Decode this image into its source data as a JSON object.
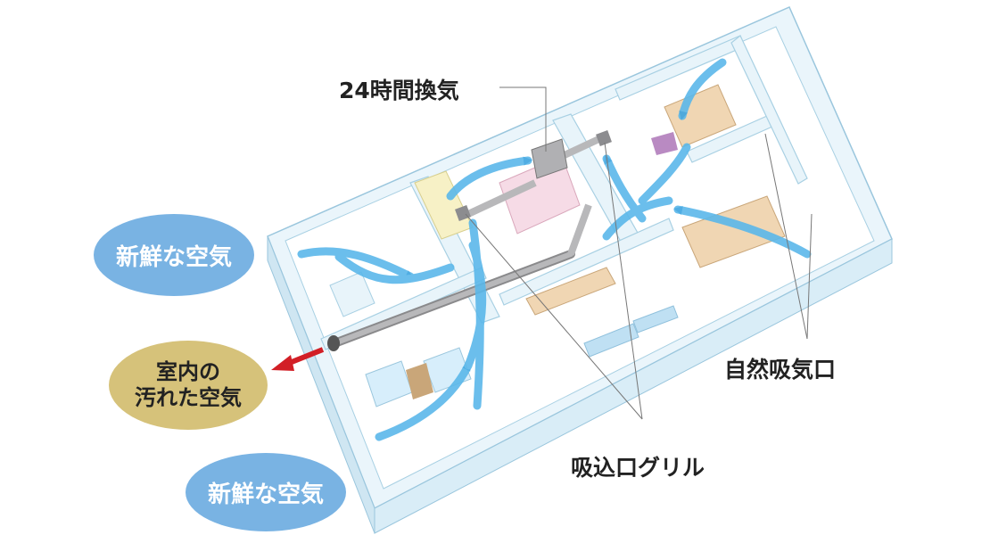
{
  "labels": {
    "ventilation_24h": "24時間換気",
    "natural_inlet": "自然吸気口",
    "intake_grille": "吸込口グリル"
  },
  "bubbles": {
    "fresh_air_top": "新鮮な空気",
    "fresh_air_bottom": "新鮮な空気",
    "dirty_air_line1": "室内の",
    "dirty_air_line2": "汚れた空気"
  },
  "colors": {
    "airflow_arrow": "#5bb8ea",
    "exhaust_arrow": "#d21f26",
    "fresh_bubble": "#79b3e3",
    "dirty_bubble": "#d6c27a",
    "wall": "#e6f3fa",
    "floor": "#ffffff",
    "duct": "#a9a9ab"
  }
}
